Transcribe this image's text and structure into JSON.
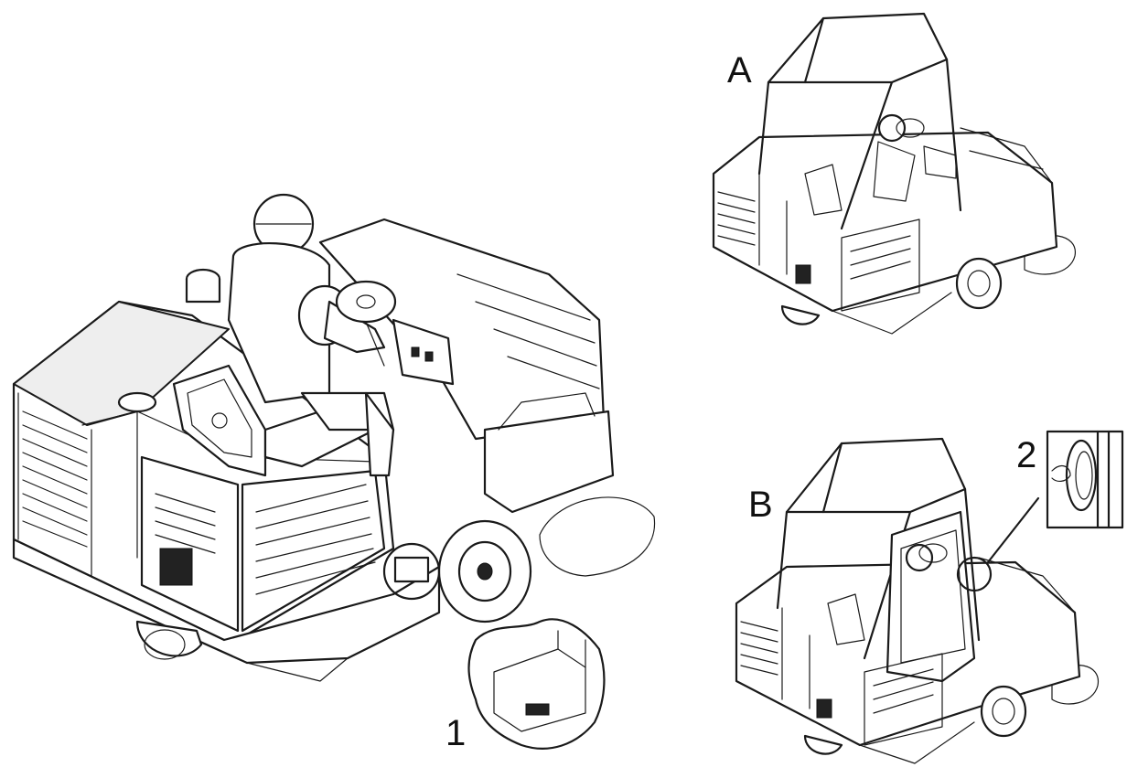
{
  "labels": {
    "view_a": "A",
    "view_b": "B",
    "detail_1": "1",
    "detail_2": "2"
  },
  "colors": {
    "line": "#1a1a1a",
    "background": "#ffffff",
    "fill_light": "#eeeeee",
    "fill_dark": "#222222"
  }
}
